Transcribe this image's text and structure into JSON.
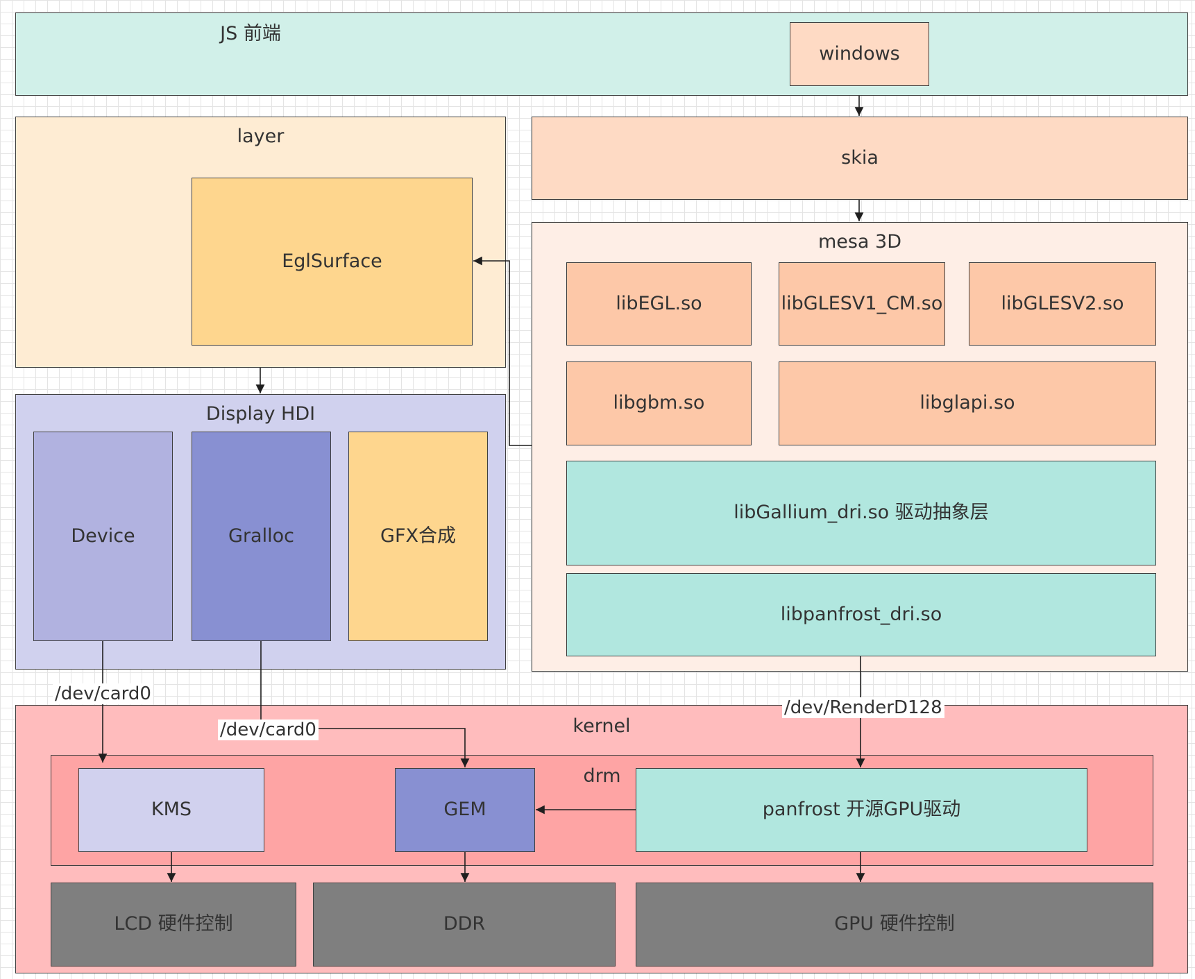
{
  "colors": {
    "js": "#d1f0e9",
    "peach": "#fedac4",
    "layer": "#feecd3",
    "egl": "#fed68e",
    "mesa_bg": "#feeee6",
    "lib": "#fdc8a8",
    "teal": "#b1e7df",
    "hdi_bg": "#d0d1ee",
    "device": "#b1b2e0",
    "gralloc": "#8890d2",
    "gfx": "#fed68e",
    "kernel": "#ffbcbd",
    "drm": "#fea4a4",
    "kms": "#d1d1ee",
    "gem": "#8890d2",
    "hw": "#7f7f7f",
    "border": "#3f3f3f",
    "edge": "#1f1f1f"
  },
  "js": {
    "title": "JS 前端",
    "windows": "windows"
  },
  "skia": "skia",
  "layer": {
    "title": "layer",
    "egl_surface": "EglSurface"
  },
  "mesa": {
    "title": "mesa 3D",
    "lib_egl": "libEGL.so",
    "lib_glesv1": "libGLESV1_CM.so",
    "lib_glesv2": "libGLESV2.so",
    "lib_gbm": "libgbm.so",
    "lib_glapi": "libglapi.so",
    "lib_gallium": "libGallium_dri.so 驱动抽象层",
    "lib_panfrost": "libpanfrost_dri.so"
  },
  "hdi": {
    "title": "Display HDI",
    "device": "Device",
    "gralloc": "Gralloc",
    "gfx": "GFX合成"
  },
  "kernel": {
    "title": "kernel",
    "drm": "drm",
    "kms": "KMS",
    "gem": "GEM",
    "panfrost": "panfrost 开源GPU驱动",
    "lcd": "LCD 硬件控制",
    "ddr": "DDR",
    "gpu": "GPU 硬件控制"
  },
  "edge_labels": {
    "card0_a": "/dev/card0",
    "card0_b": "/dev/card0",
    "render": "/dev/RenderD128"
  }
}
